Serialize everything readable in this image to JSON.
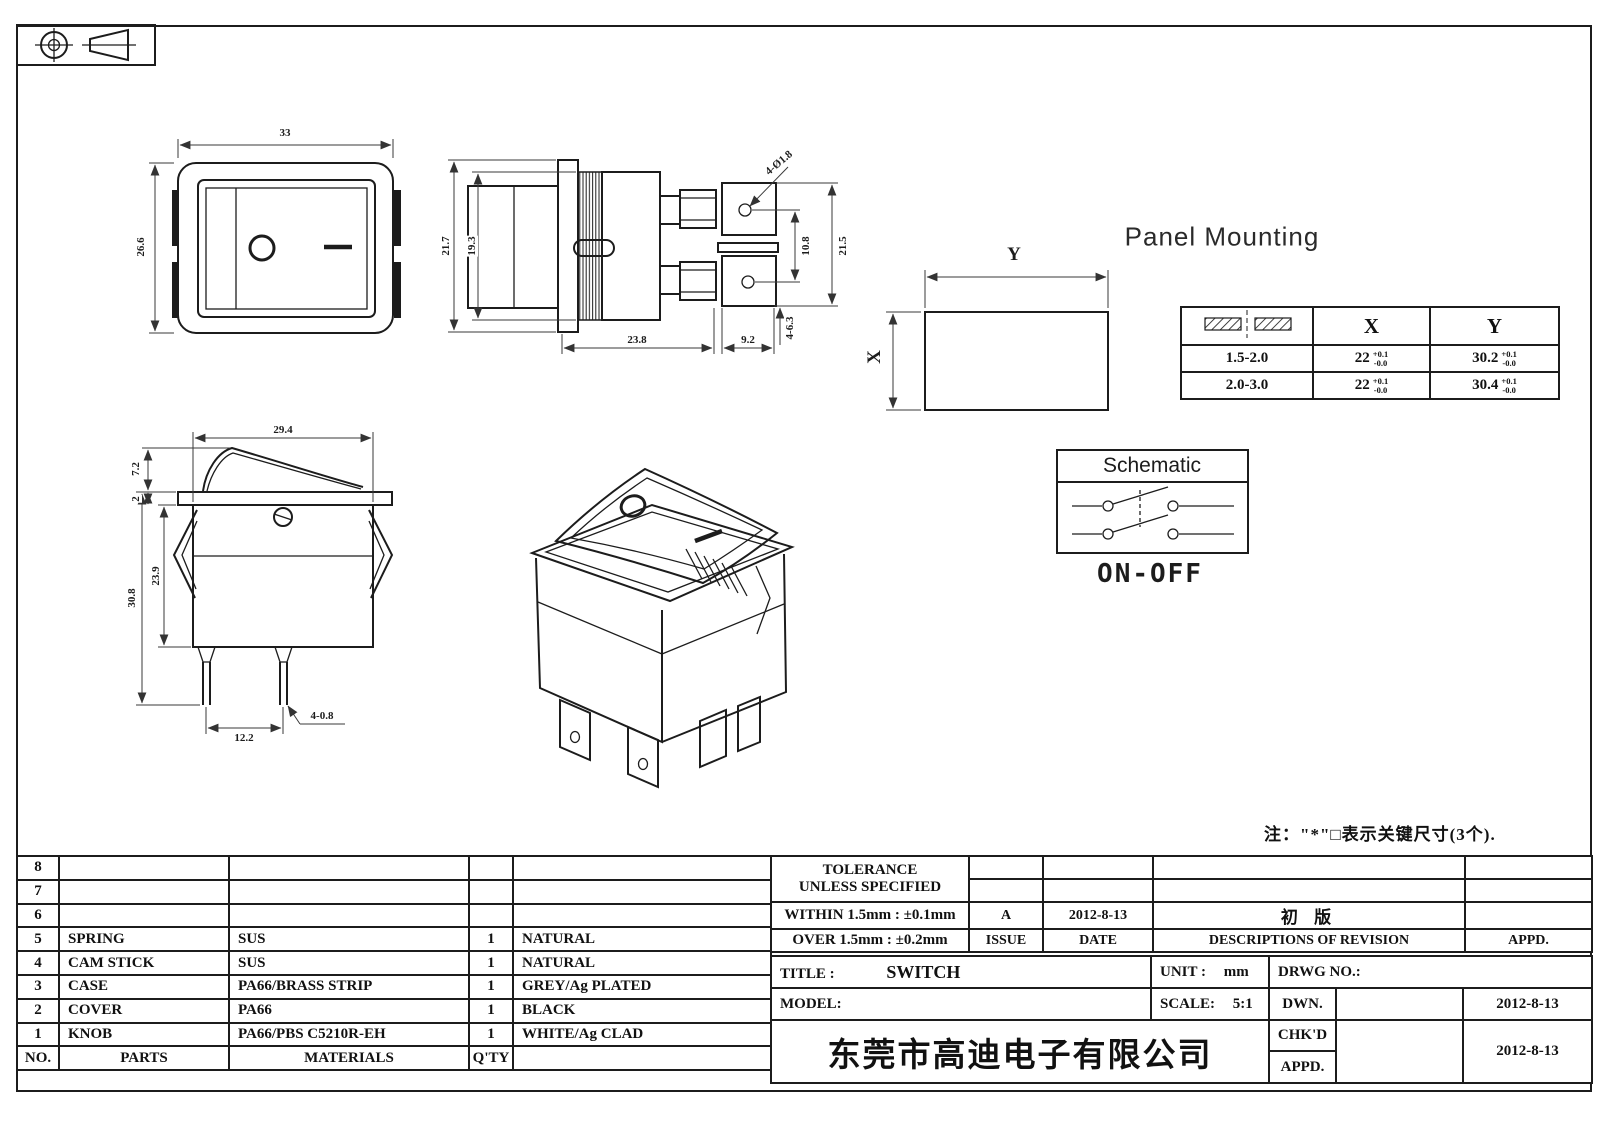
{
  "headings": {
    "panel_mounting": "Panel Mounting",
    "schematic": "Schematic",
    "on_off": "ON-OFF"
  },
  "note": "注：\"*\"□表示关键尺寸(3个).",
  "dims": {
    "front_width": "33",
    "front_height": "26.6",
    "side_height_outer": "21.7",
    "side_height_inner": "19.3",
    "side_depth": "23.8",
    "side_tail": "9.2",
    "side_holes": "4-Ø1.8",
    "side_gap": "10.8",
    "side_span": "21.5",
    "side_tabs": "4-6.3",
    "sec_width": "29.4",
    "sec_rocker": "7.2",
    "sec_bezel": "2",
    "sec_body": "23.9",
    "sec_total": "30.8",
    "sec_pitch": "12.2",
    "sec_pins": "4-0.8",
    "cut_x": "X",
    "cut_y": "Y"
  },
  "panel_table": {
    "col_x": "X",
    "col_y": "Y",
    "rows": [
      {
        "thickness": "1.5-2.0",
        "x": "22",
        "x_up": "+0.1",
        "x_dn": "-0.0",
        "y": "30.2",
        "y_up": "+0.1",
        "y_dn": "-0.0"
      },
      {
        "thickness": "2.0-3.0",
        "x": "22",
        "x_up": "+0.1",
        "x_dn": "-0.0",
        "y": "30.4",
        "y_up": "+0.1",
        "y_dn": "-0.0"
      }
    ]
  },
  "parts_table": {
    "header": {
      "no": "NO.",
      "parts": "PARTS",
      "materials": "MATERIALS",
      "qty": "Q'TY",
      "remark": ""
    },
    "rows": [
      {
        "no": "8",
        "parts": "",
        "materials": "",
        "qty": "",
        "remark": ""
      },
      {
        "no": "7",
        "parts": "",
        "materials": "",
        "qty": "",
        "remark": ""
      },
      {
        "no": "6",
        "parts": "",
        "materials": "",
        "qty": "",
        "remark": ""
      },
      {
        "no": "5",
        "parts": "SPRING",
        "materials": "SUS",
        "qty": "1",
        "remark": "NATURAL"
      },
      {
        "no": "4",
        "parts": "CAM STICK",
        "materials": "SUS",
        "qty": "1",
        "remark": "NATURAL"
      },
      {
        "no": "3",
        "parts": "CASE",
        "materials": "PA66/BRASS STRIP",
        "qty": "1",
        "remark": "GREY/Ag PLATED"
      },
      {
        "no": "2",
        "parts": "COVER",
        "materials": "PA66",
        "qty": "1",
        "remark": "BLACK"
      },
      {
        "no": "1",
        "parts": "KNOB",
        "materials": "PA66/PBS C5210R-EH",
        "qty": "1",
        "remark": "WHITE/Ag CLAD"
      }
    ]
  },
  "tolerance": {
    "title1": "TOLERANCE",
    "title2": "UNLESS  SPECIFIED",
    "within": "WITHIN 1.5mm : ±0.1mm",
    "over": "OVER 1.5mm : ±0.2mm"
  },
  "revision": {
    "issue": "A",
    "date": "2012-8-13",
    "description": "初  版",
    "appd": "",
    "h_issue": "ISSUE",
    "h_date": "DATE",
    "h_desc": "DESCRIPTIONS OF REVISION",
    "h_appd": "APPD."
  },
  "title_block": {
    "title_label": "TITLE :",
    "title": "SWITCH",
    "unit_label": "UNIT :",
    "unit": "mm",
    "drwg_label": "DRWG NO.:",
    "model_label": "MODEL:",
    "scale_label": "SCALE:",
    "scale": "5:1",
    "company": "东莞市高迪电子有限公司",
    "dwn": "DWN.",
    "dwn_date": "2012-8-13",
    "chkd": "CHK'D",
    "chkd_date": "2012-8-13",
    "appd": "APPD."
  }
}
